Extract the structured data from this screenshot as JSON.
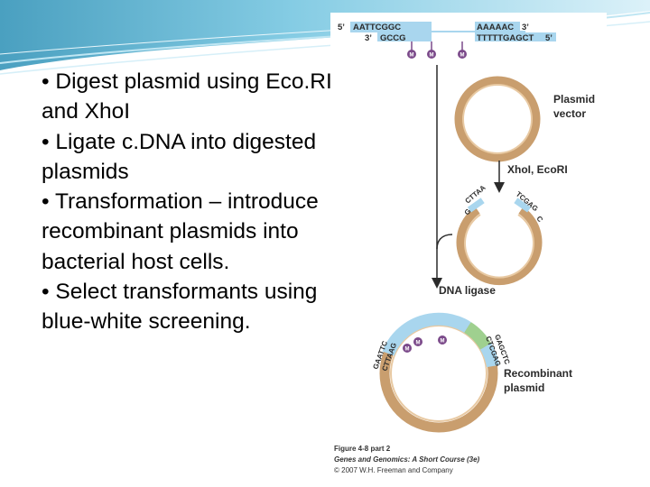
{
  "slide": {
    "bullets": [
      "• Digest plasmid using Eco.RI and XhoI",
      "• Ligate c.DNA into digested plasmids",
      "• Transformation – introduce recombinant plasmids into bacterial host cells.",
      "• Select transformants using blue-white screening."
    ]
  },
  "figure": {
    "dna_top": {
      "prime5": "5’",
      "seq_left": "AATTCGGC",
      "seq_right": "AAAAAC",
      "prime3": "3’"
    },
    "dna_bottom": {
      "prime3": "3’",
      "seq_left": "GCCG",
      "seq_right": "TTTTTGAGCT",
      "prime5": "5’"
    },
    "methyl_marker": "M",
    "labels": {
      "plasmid_vector": [
        "Plasmid",
        "vector"
      ],
      "enzymes": "XhoI, EcoRI",
      "dna_ligase": "DNA ligase",
      "recombinant": [
        "Recombinant",
        "plasmid"
      ]
    },
    "sticky_ends": {
      "ecori_left": "G",
      "ecori_right": "CTTAA",
      "xhoi_left": "TCGAG",
      "xhoi_right": "C",
      "rec_left_a": "GAATTC",
      "rec_left_b": "CTTAAG",
      "rec_right_a": "CTCGAG",
      "rec_right_b": "GAGCTC"
    },
    "caption": {
      "line1": "Figure 4-8 part 2",
      "line2": "Genes and Genomics: A Short Course (3e)",
      "line3": "© 2007 W.H. Freeman and Company"
    }
  },
  "colors": {
    "wave_dark": "#2a8fb5",
    "wave_light": "#bfe6f3",
    "plasmid_outer": "#c99e6e",
    "plasmid_inner": "#e8c9a2",
    "dna_blue": "#a9d6ee",
    "dna_green": "#9fd08f",
    "methyl": "#7b4a8a"
  }
}
